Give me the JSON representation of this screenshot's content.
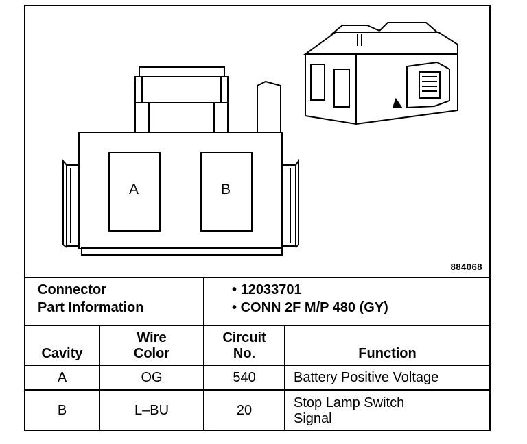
{
  "figure_number": "884068",
  "cavity_labels": [
    "A",
    "B"
  ],
  "connector_info": {
    "label_line1": "Connector",
    "label_line2": "Part Information",
    "part_number": "12033701",
    "description": "CONN 2F M/P 480 (GY)"
  },
  "columns": {
    "cavity": "Cavity",
    "wire_color_line1": "Wire",
    "wire_color_line2": "Color",
    "circuit_line1": "Circuit",
    "circuit_line2": "No.",
    "function": "Function"
  },
  "rows": [
    {
      "cavity": "A",
      "wire_color": "OG",
      "circuit": "540",
      "function_line1": "Battery Positive Voltage",
      "function_line2": ""
    },
    {
      "cavity": "B",
      "wire_color": "L–BU",
      "circuit": "20",
      "function_line1": "Stop Lamp Switch",
      "function_line2": "Signal"
    }
  ]
}
